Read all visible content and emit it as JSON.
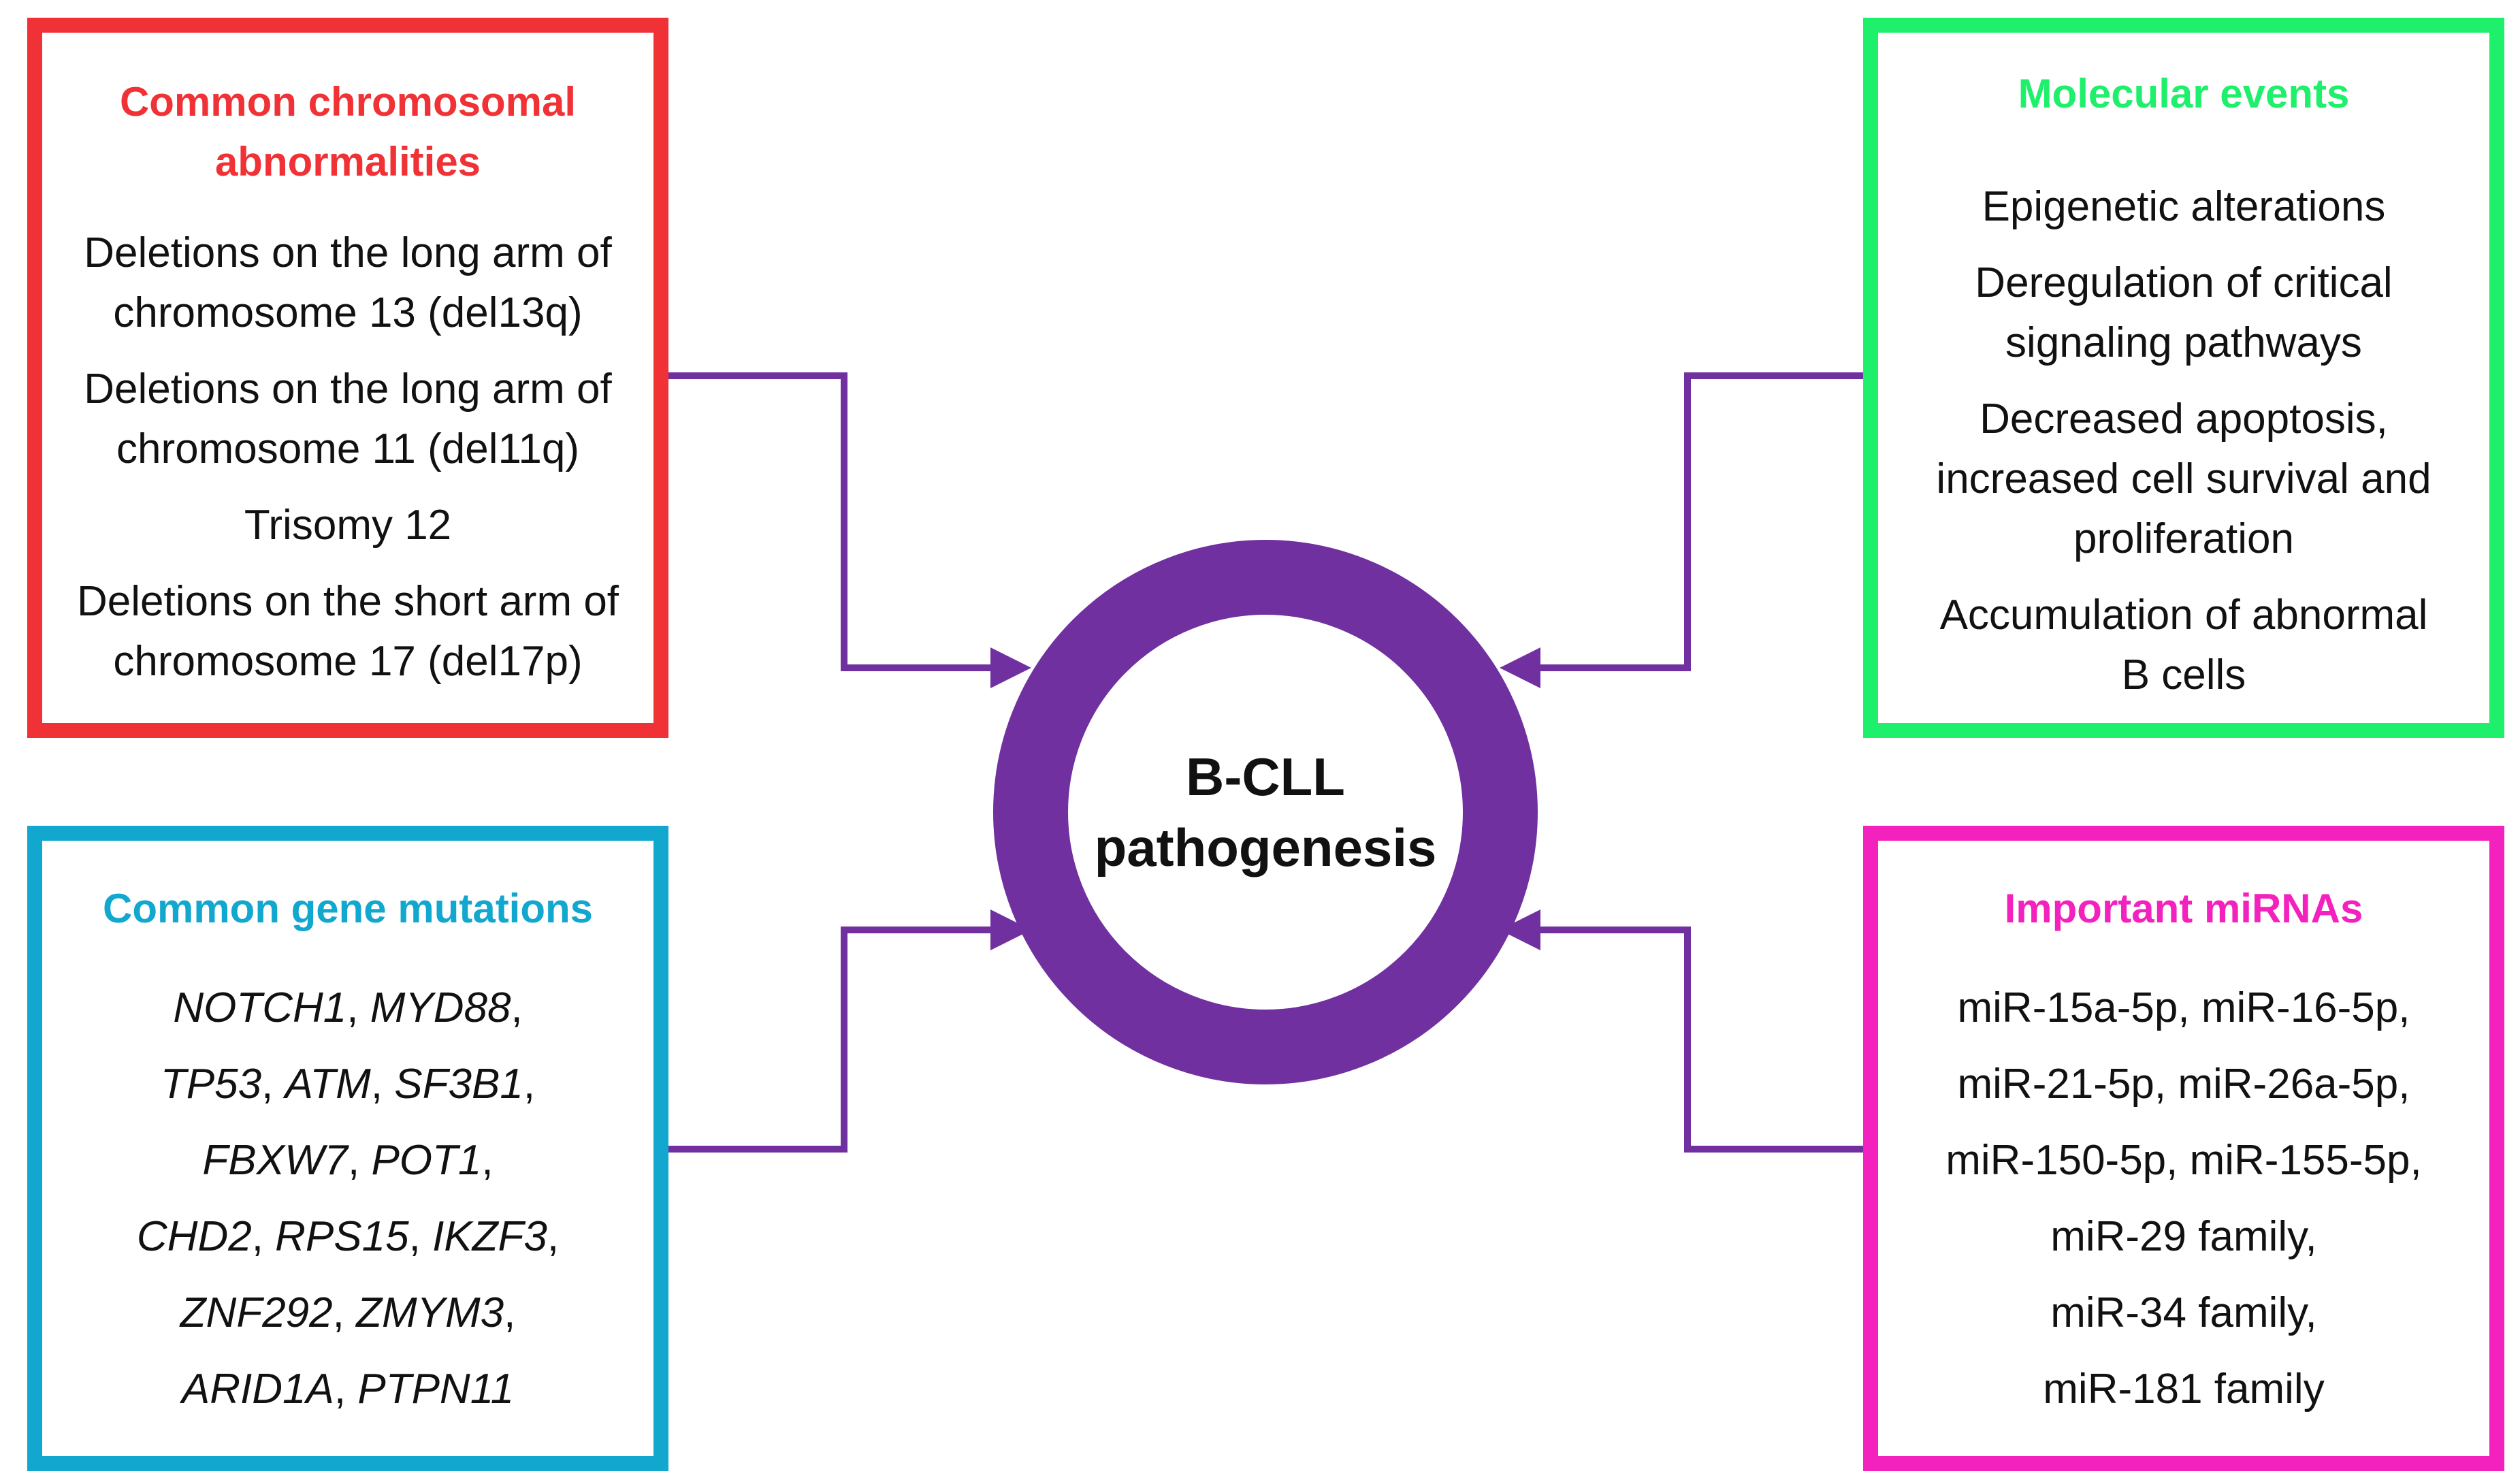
{
  "center": {
    "line1": "B-CLL",
    "line2": "pathogenesis",
    "ring_color": "#7030a0"
  },
  "boxes": {
    "chromosomal": {
      "title_line1": "Common chromosomal",
      "title_line2": "abnormalities",
      "border_color": "#f03236",
      "items": [
        {
          "line1": "Deletions on the long arm of",
          "line2": "chromosome 13 (del13q)"
        },
        {
          "line1": "Deletions on the long arm of",
          "line2": "chromosome 11 (del11q)"
        },
        {
          "line1": "Trisomy 12",
          "line2": ""
        },
        {
          "line1": "Deletions on the short arm of",
          "line2": "chromosome 17 (del17p)"
        }
      ]
    },
    "molecular": {
      "title": "Molecular events",
      "border_color": "#1ef06b",
      "items": [
        {
          "line1": "Epigenetic alterations",
          "line2": "",
          "line3": ""
        },
        {
          "line1": "Deregulation of critical",
          "line2": "signaling pathways",
          "line3": ""
        },
        {
          "line1": "Decreased apoptosis,",
          "line2": "increased cell survival and",
          "line3": "proliferation"
        },
        {
          "line1": "Accumulation of abnormal",
          "line2": "B cells",
          "line3": ""
        }
      ]
    },
    "mutations": {
      "title": "Common gene mutations",
      "border_color": "#12a7cf",
      "genes": [
        "NOTCH1",
        "MYD88",
        "TP53",
        "ATM",
        "SF3B1",
        "FBXW7",
        "POT1",
        "CHD2",
        "RPS15",
        "IKZF3",
        "ZNF292",
        "ZMYM3",
        "ARID1A",
        "PTPN11"
      ]
    },
    "mirnas": {
      "title": "Important miRNAs",
      "border_color": "#f321bd",
      "lines": [
        "miR-15a-5p, miR-16-5p,",
        "miR-21-5p, miR-26a-5p,",
        "miR-150-5p, miR-155-5p,",
        "miR-29 family,",
        "miR-34 family,",
        "miR-181 family"
      ]
    }
  },
  "connector_color": "#7030a0"
}
